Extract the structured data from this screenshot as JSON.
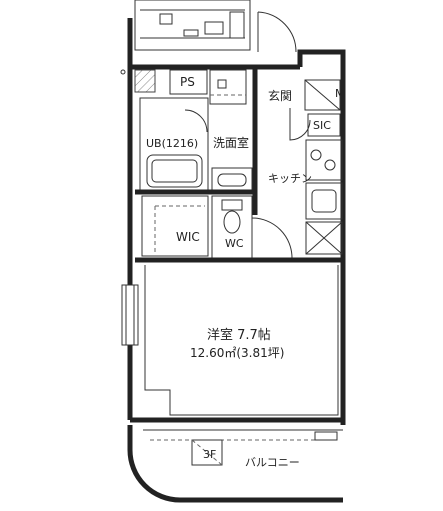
{
  "rooms": {
    "ps": "PS",
    "entrance": "玄関",
    "m": "M",
    "sic": "SIC",
    "ub": "UB(1216)",
    "washroom": "洗面室",
    "kitchen": "キッチン",
    "wic": "WIC",
    "wc": "WC",
    "western_room": "洋室 7.7帖",
    "western_room_area": "12.60㎡(3.81坪)",
    "fl3": "3F",
    "balcony": "バルコニー"
  }
}
